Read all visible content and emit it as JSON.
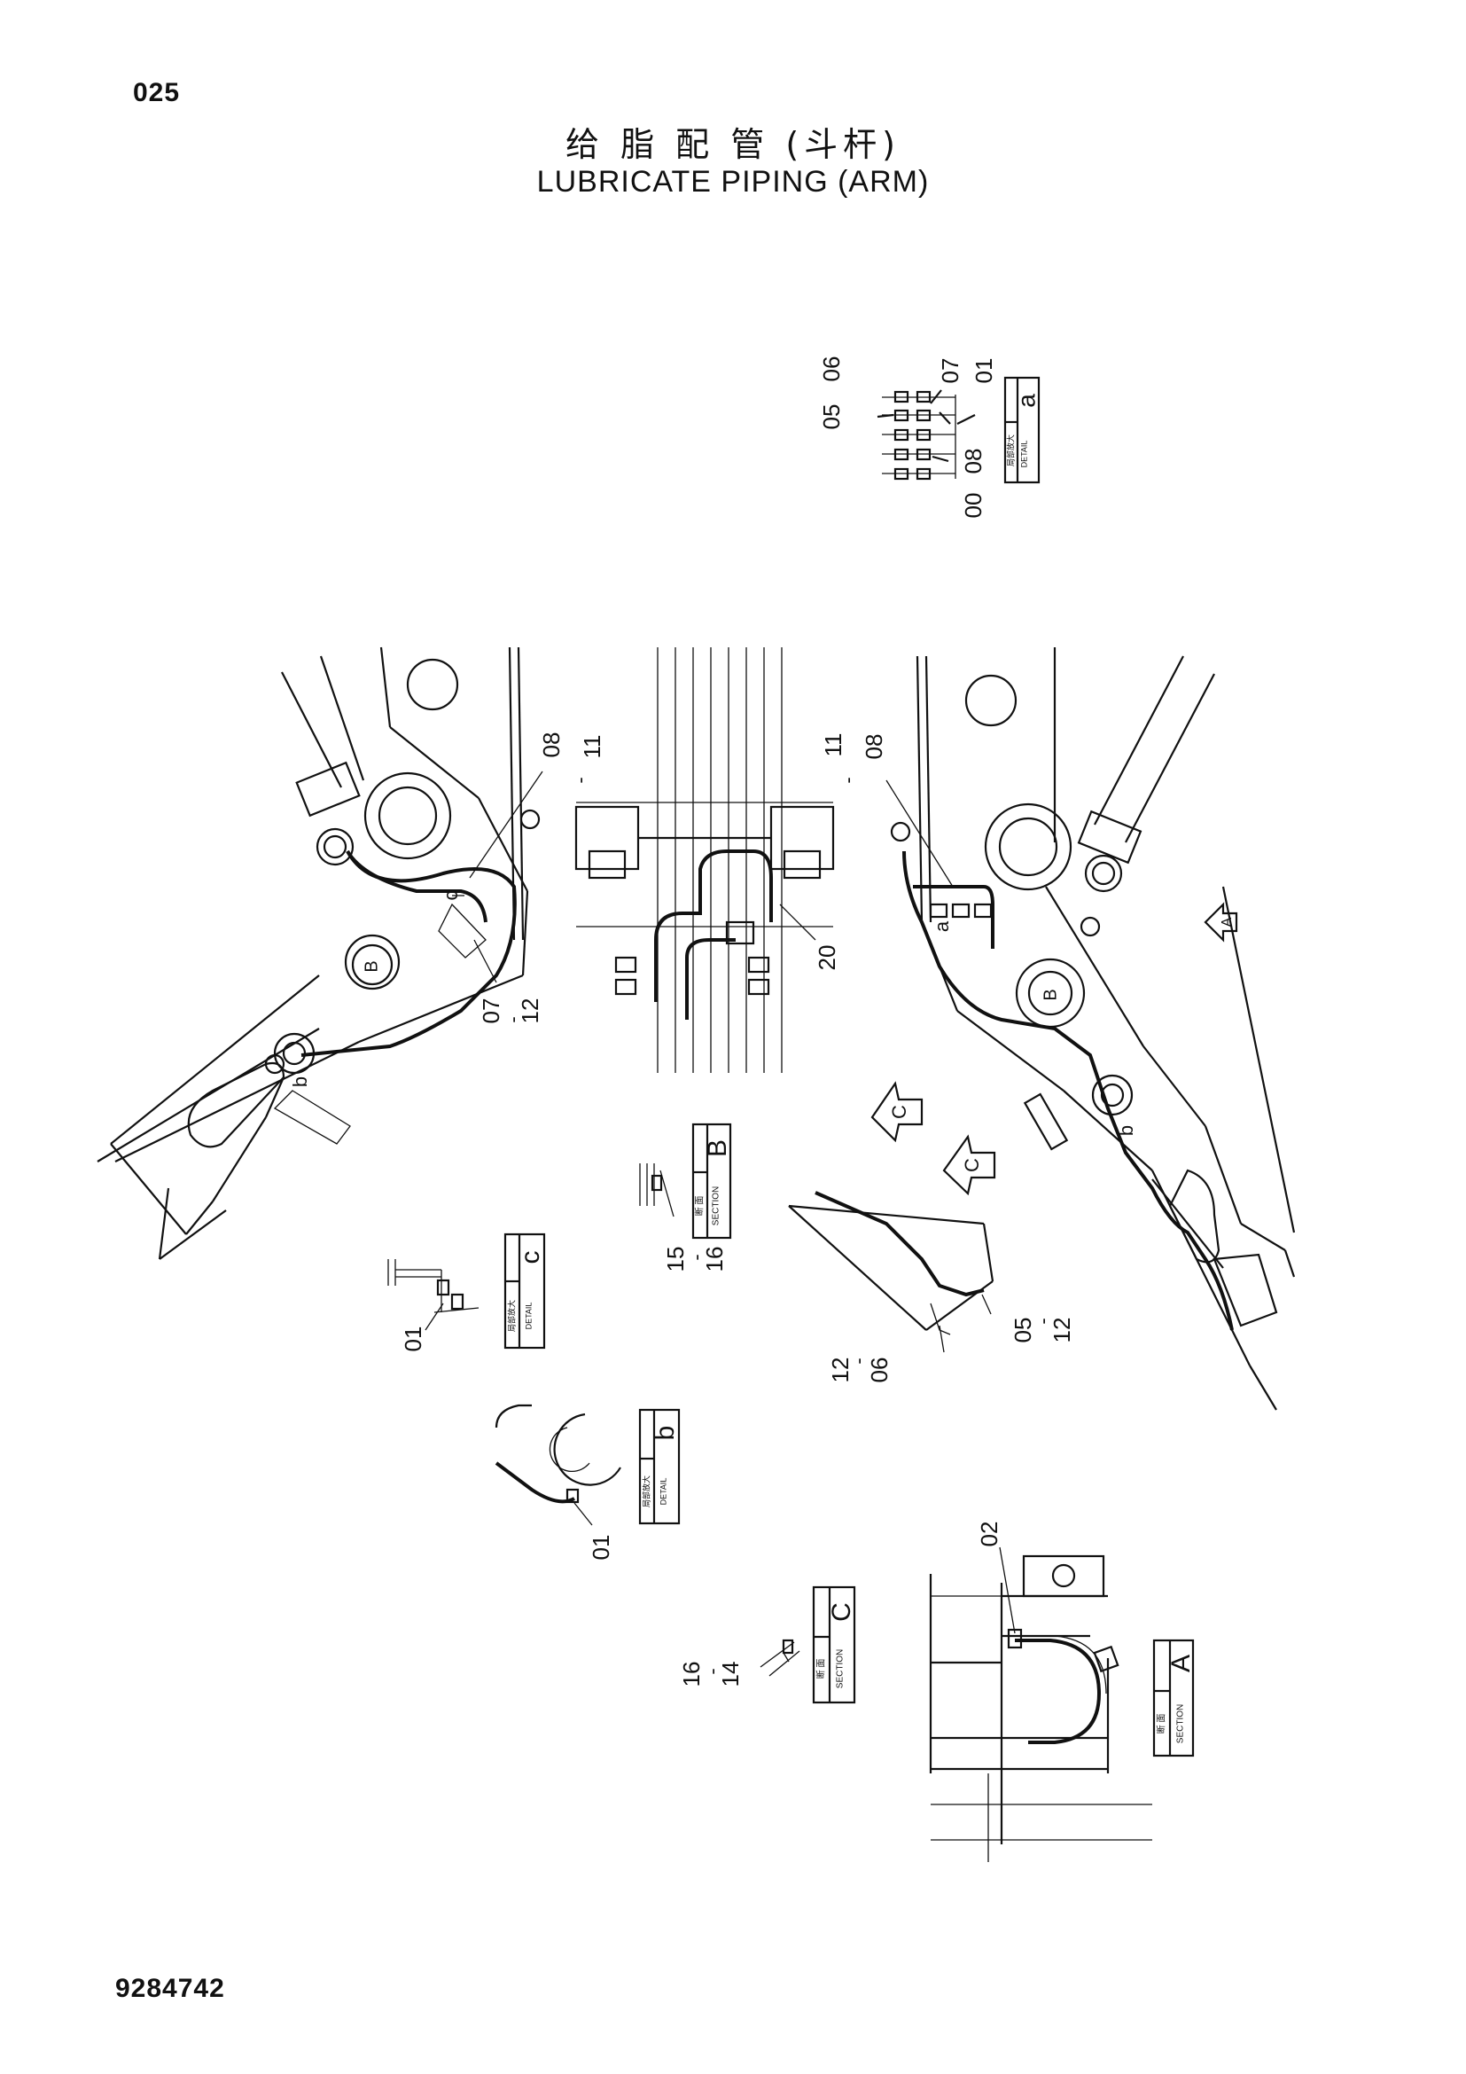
{
  "header": {
    "page_no": "025",
    "title_cn": "给 脂 配 管 (斗杆)",
    "title_en": "LUBRICATE PIPING (ARM)"
  },
  "footer": {
    "doc_no": "9284742"
  },
  "views": {
    "detail_a": {
      "letter": "a",
      "cn": "局部放大",
      "en": "DETAIL",
      "labels": [
        "05",
        "06",
        "07",
        "01",
        "00",
        "08"
      ]
    },
    "main_left": {
      "labels": [
        "08",
        "11",
        "07",
        "12",
        "c",
        "b",
        "B"
      ],
      "seps": [
        "-",
        "-"
      ]
    },
    "main_center": {
      "labels": [
        "20"
      ]
    },
    "main_right": {
      "labels": [
        "11",
        "08",
        "a",
        "b",
        "B",
        "A"
      ],
      "seps": [
        "-"
      ]
    },
    "section_b": {
      "letter": "B",
      "cn": "断 面",
      "en": "SECTION",
      "labels": [
        "15",
        "16"
      ],
      "seps": [
        "-"
      ]
    },
    "arrows_c": {
      "letter": "C"
    },
    "detail_c": {
      "letter": "c",
      "cn": "局部放大",
      "en": "DETAIL",
      "labels": [
        "01"
      ]
    },
    "view_12_06": {
      "labels": [
        "12",
        "06",
        "05",
        "12"
      ],
      "seps": [
        "-",
        "-"
      ]
    },
    "detail_b": {
      "letter": "b",
      "cn": "局部放大",
      "en": "DETAIL",
      "labels": [
        "01"
      ]
    },
    "section_c": {
      "letter": "C",
      "cn": "断 面",
      "en": "SECTION",
      "labels": [
        "16",
        "14"
      ],
      "seps": [
        "-"
      ]
    },
    "section_a": {
      "letter": "A",
      "cn": "断 面",
      "en": "SECTION",
      "labels": [
        "02"
      ]
    }
  }
}
